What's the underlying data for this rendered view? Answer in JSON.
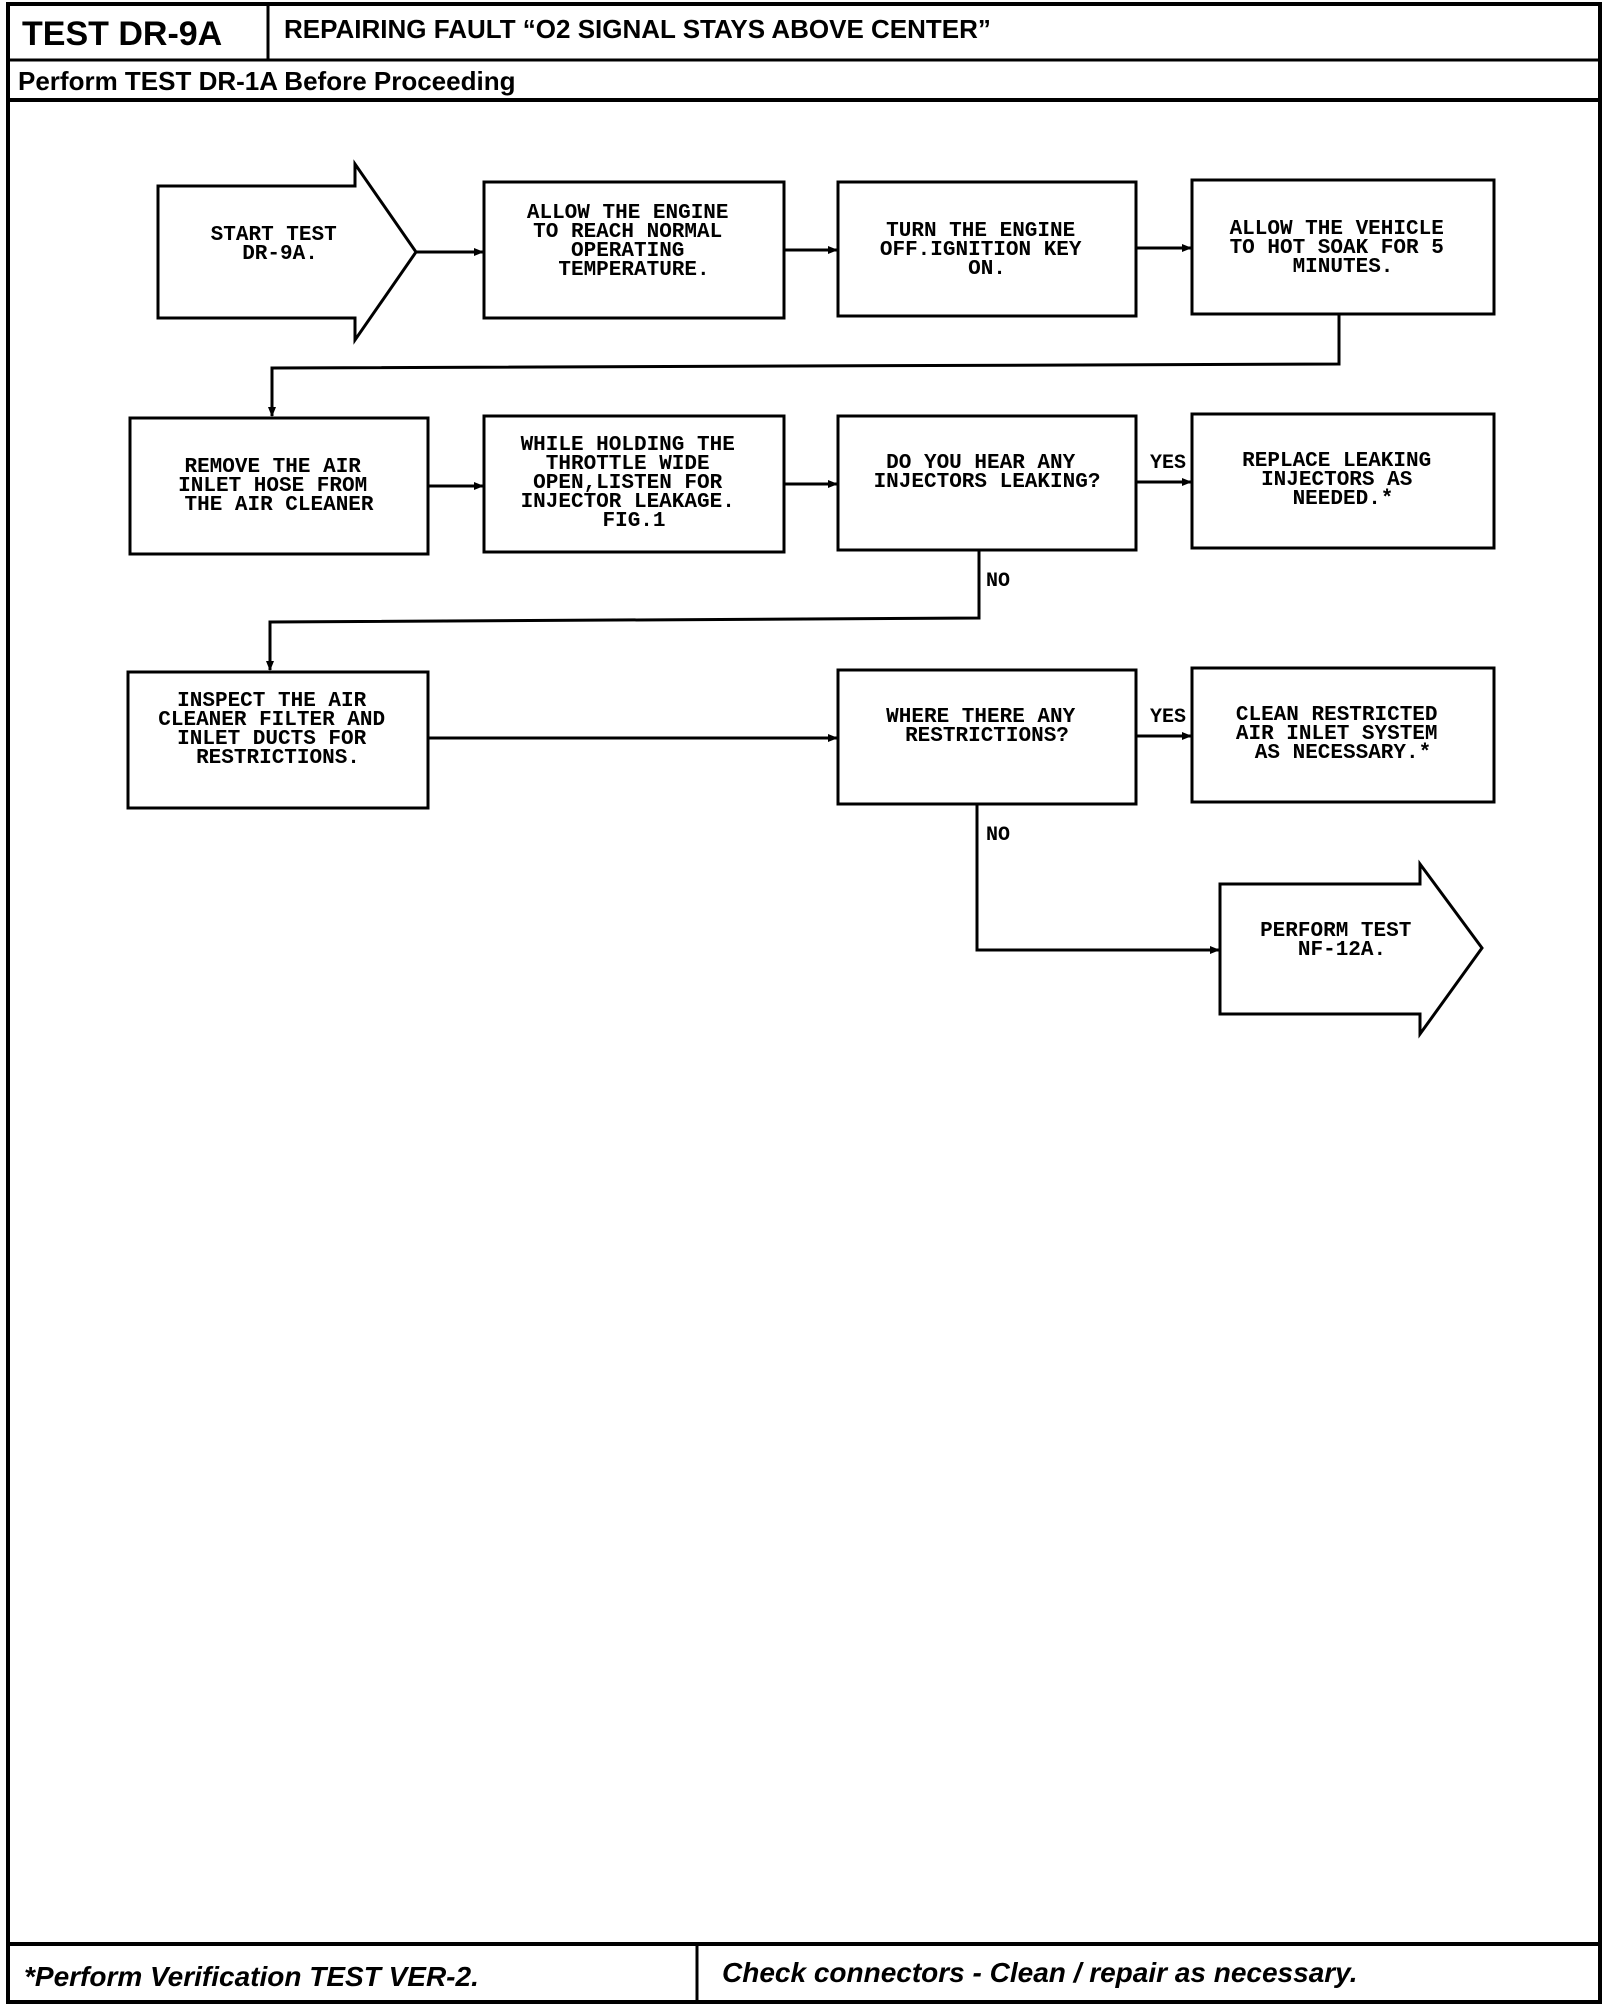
{
  "header": {
    "test_id": "TEST DR-9A",
    "title": "REPAIRING FAULT “O2 SIGNAL STAYS ABOVE CENTER”",
    "prerequisite": "Perform TEST DR-1A Before Proceeding"
  },
  "footer": {
    "left": "*Perform Verification TEST VER-2.",
    "right": "Check connectors - Clean / repair as necessary."
  },
  "flowchart": {
    "start": [
      "START TEST",
      "DR-9A."
    ],
    "step1": [
      "ALLOW THE ENGINE",
      "TO REACH NORMAL",
      "OPERATING",
      "TEMPERATURE."
    ],
    "step2": [
      "TURN THE ENGINE",
      "OFF.IGNITION KEY",
      "ON."
    ],
    "step3": [
      "ALLOW THE VEHICLE",
      "TO HOT SOAK FOR 5",
      "MINUTES."
    ],
    "step4": [
      "REMOVE THE AIR",
      "INLET HOSE FROM",
      "THE AIR CLEANER"
    ],
    "step5": [
      "WHILE HOLDING THE",
      "THROTTLE WIDE",
      "OPEN,LISTEN FOR",
      "INJECTOR LEAKAGE.",
      "FIG.1"
    ],
    "decision1": [
      "DO YOU HEAR ANY",
      "INJECTORS LEAKING?"
    ],
    "action1": [
      "REPLACE LEAKING",
      "INJECTORS AS",
      "NEEDED.*"
    ],
    "step6": [
      "INSPECT THE AIR",
      "CLEANER FILTER AND",
      "INLET DUCTS FOR",
      "RESTRICTIONS."
    ],
    "decision2": [
      "WHERE THERE ANY",
      "RESTRICTIONS?"
    ],
    "action2": [
      "CLEAN RESTRICTED",
      "AIR INLET SYSTEM",
      "AS NECESSARY.*"
    ],
    "end": [
      "PERFORM TEST",
      "NF-12A."
    ],
    "yes_label": "YES",
    "no_label": "NO"
  }
}
